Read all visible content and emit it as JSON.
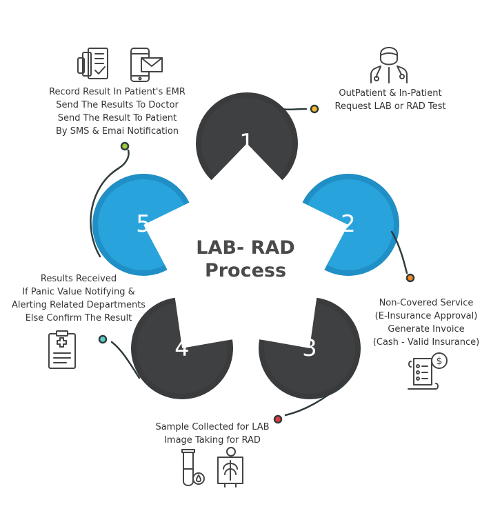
{
  "center": {
    "title_line1": "LAB- RAD",
    "title_line2": "Process"
  },
  "steps": [
    {
      "number": "1",
      "caption": [
        "OutPatient & In-Patient",
        "Request LAB or RAD Test"
      ],
      "icon": "doctor-icon"
    },
    {
      "number": "2",
      "caption": [
        "Non-Covered Service",
        "(E-Insurance Approval)",
        "Generate Invoice",
        "(Cash - Valid Insurance)"
      ],
      "icon": "invoice-dollar-icon"
    },
    {
      "number": "3",
      "caption": [
        "Sample Collected for LAB",
        "Image Taking for RAD"
      ],
      "icon": "test-tube-xray-icon"
    },
    {
      "number": "4",
      "caption": [
        "Results Received",
        "If Panic Value Notifying &",
        "Alerting Related Departments",
        "Else Confirm The Result"
      ],
      "icon": "clipboard-medical-icon"
    },
    {
      "number": "5",
      "caption": [
        "Record Result In Patient's EMR",
        "Send The Results To Doctor",
        "Send The Result To Patient",
        "By SMS & Emai Notification"
      ],
      "icon": "records-phone-mail-icon"
    }
  ],
  "colors": {
    "dark": "#3f4042",
    "dark_ring": "#3a3b3d",
    "blue": "#29a3dc",
    "blue_ring": "#1f8fc6",
    "connector": "#2f3b3d",
    "dot_step1": "#f5b82e",
    "dot_step2": "#f08a24",
    "dot_step3": "#e4393c",
    "dot_step4": "#5bcfc5",
    "dot_step5": "#9ccc3b",
    "icon_stroke": "#444444"
  }
}
